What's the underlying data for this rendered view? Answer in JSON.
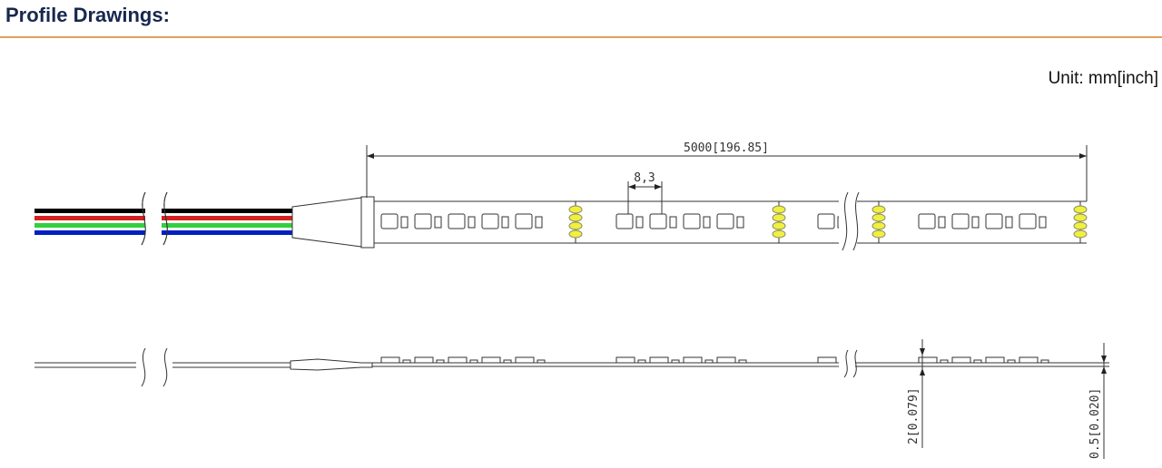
{
  "header": {
    "title": "Profile Drawings:"
  },
  "unit_label": "Unit: mm[inch]",
  "drawing": {
    "length_label": "5000[196.85]",
    "pitch_label": "8,3",
    "thickness_label": "2[0.079]",
    "pcb_thickness_label": "0.5[0.020]",
    "wire_colors": [
      "#000000",
      "#d42020",
      "#30d040",
      "#0020c0"
    ],
    "solder_pad_color": "#f0f040"
  }
}
